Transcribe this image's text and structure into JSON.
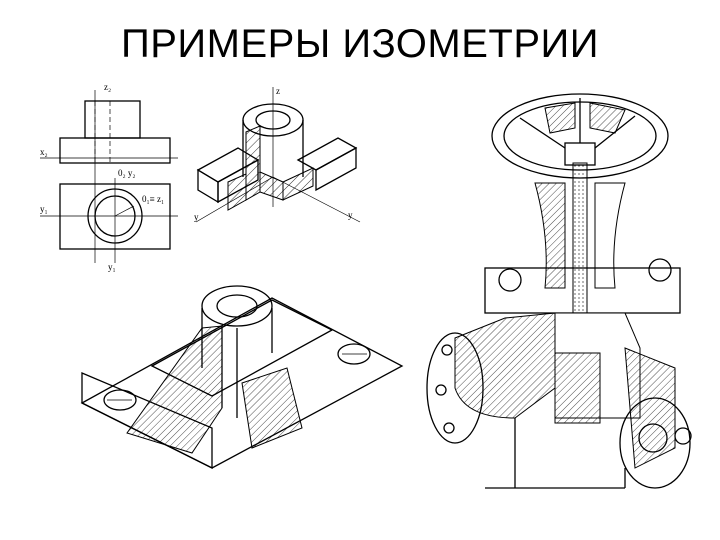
{
  "slide": {
    "title": "ПРИМЕРЫ ИЗОМЕТРИИ"
  },
  "figures": {
    "orthographic": {
      "labels": {
        "z": "z₂",
        "x": "x₂",
        "origin_top": "0₂ y₂",
        "y_left": "y₁",
        "origin_bottom": "0₁≡ z₁",
        "y_bottom": "y₁"
      }
    },
    "isometric_cut": {
      "labels": {
        "z": "z",
        "y_left": "y",
        "y_right": "y"
      }
    }
  }
}
